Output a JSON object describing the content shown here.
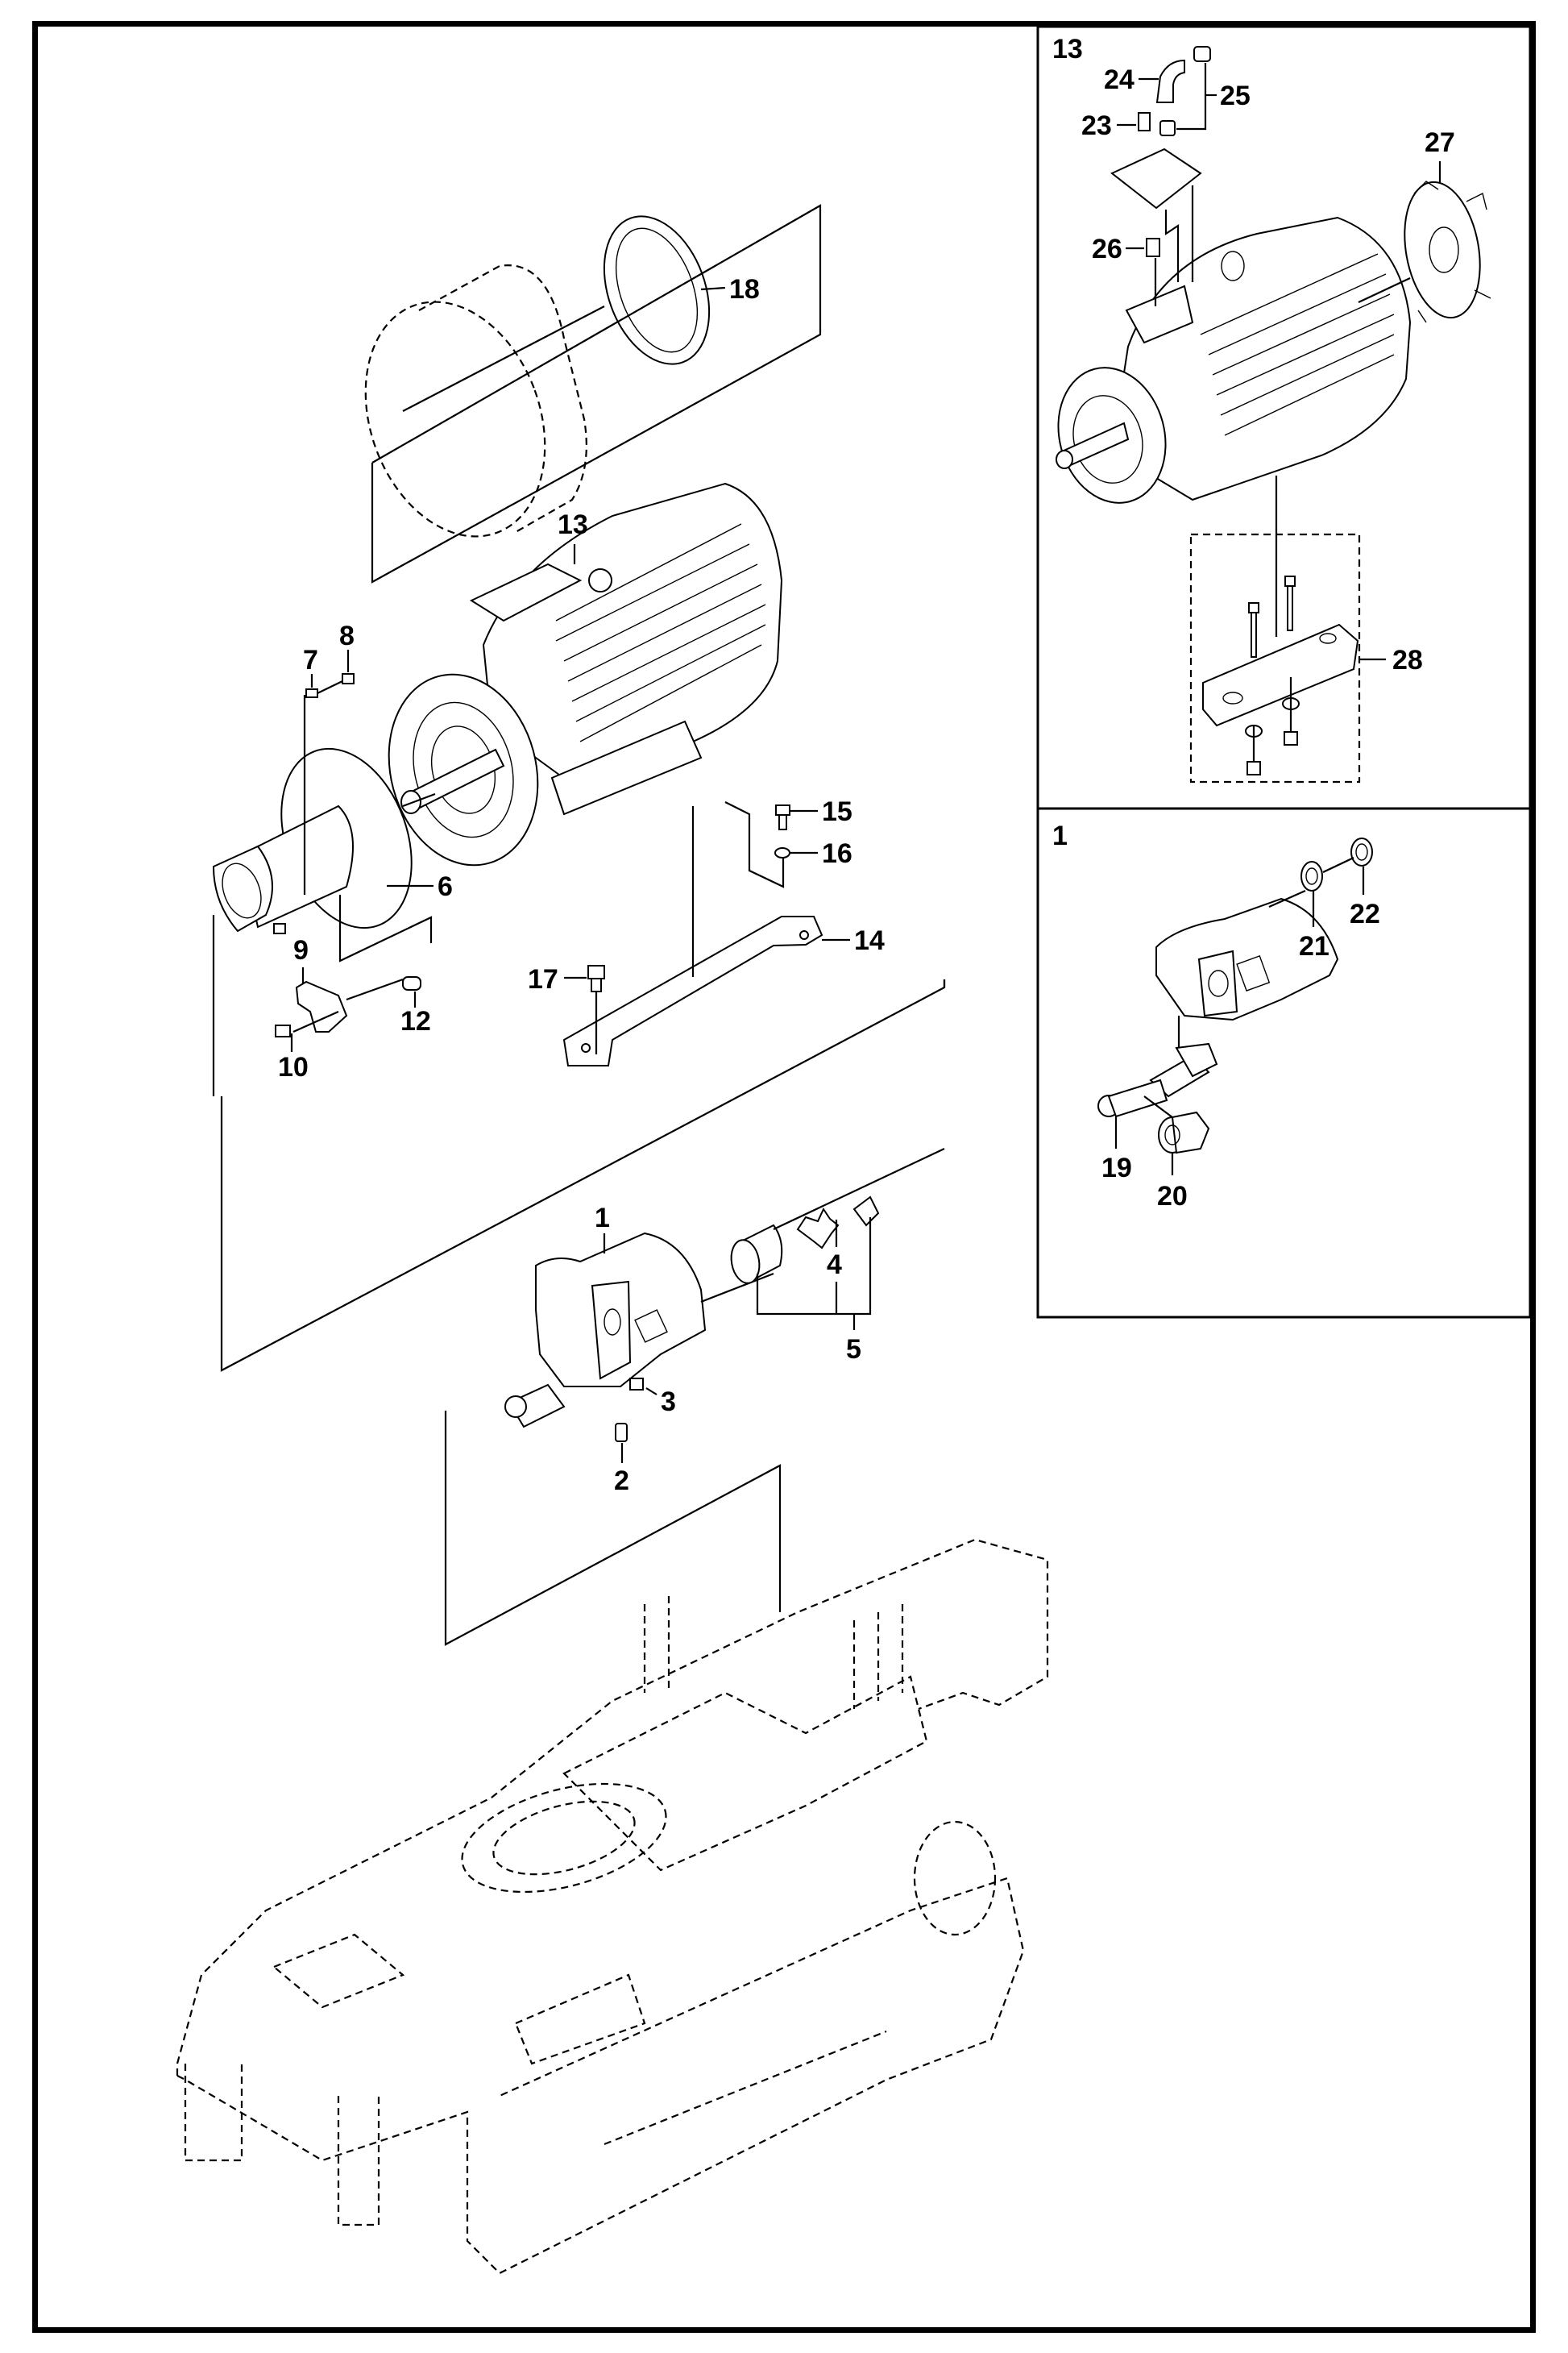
{
  "diagram": {
    "type": "exploded-parts-diagram",
    "main_view": {
      "part_labels": [
        "1",
        "2",
        "3",
        "4",
        "5",
        "6",
        "7",
        "8",
        "9",
        "10",
        "12",
        "13",
        "14",
        "15",
        "16",
        "17",
        "18"
      ]
    },
    "inset_motor": {
      "title": "13",
      "part_labels": [
        "23",
        "24",
        "25",
        "26",
        "27",
        "28"
      ]
    },
    "inset_pump": {
      "title": "1",
      "part_labels": [
        "19",
        "20",
        "21",
        "22"
      ]
    },
    "colors": {
      "line": "#000000",
      "background": "#ffffff"
    }
  }
}
